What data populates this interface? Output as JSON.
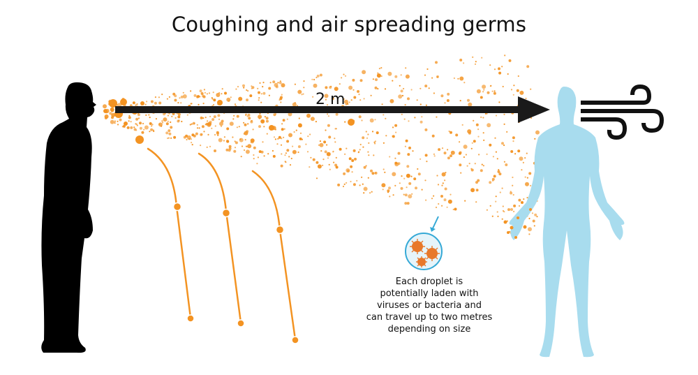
{
  "title": "Coughing and air spreading germs",
  "distance_label": "2 m",
  "caption": {
    "lines": [
      "Each droplet is",
      "potentially laden with",
      "viruses or bacteria and",
      "can travel up to two metres",
      "depending on size"
    ]
  },
  "figures": {
    "source_person": {
      "role": "coughing person",
      "color": "#000000"
    },
    "target_person": {
      "role": "exposed person",
      "color": "#a8dcee"
    }
  },
  "icons": [
    "droplet-magnifier-icon",
    "virus-icon",
    "wind-icon",
    "arrow-icon"
  ],
  "colors": {
    "droplet": "#f39322",
    "arrow": "#1a1a1a",
    "target_person": "#a8dcee",
    "magnifier_ring": "#35a9d6"
  }
}
